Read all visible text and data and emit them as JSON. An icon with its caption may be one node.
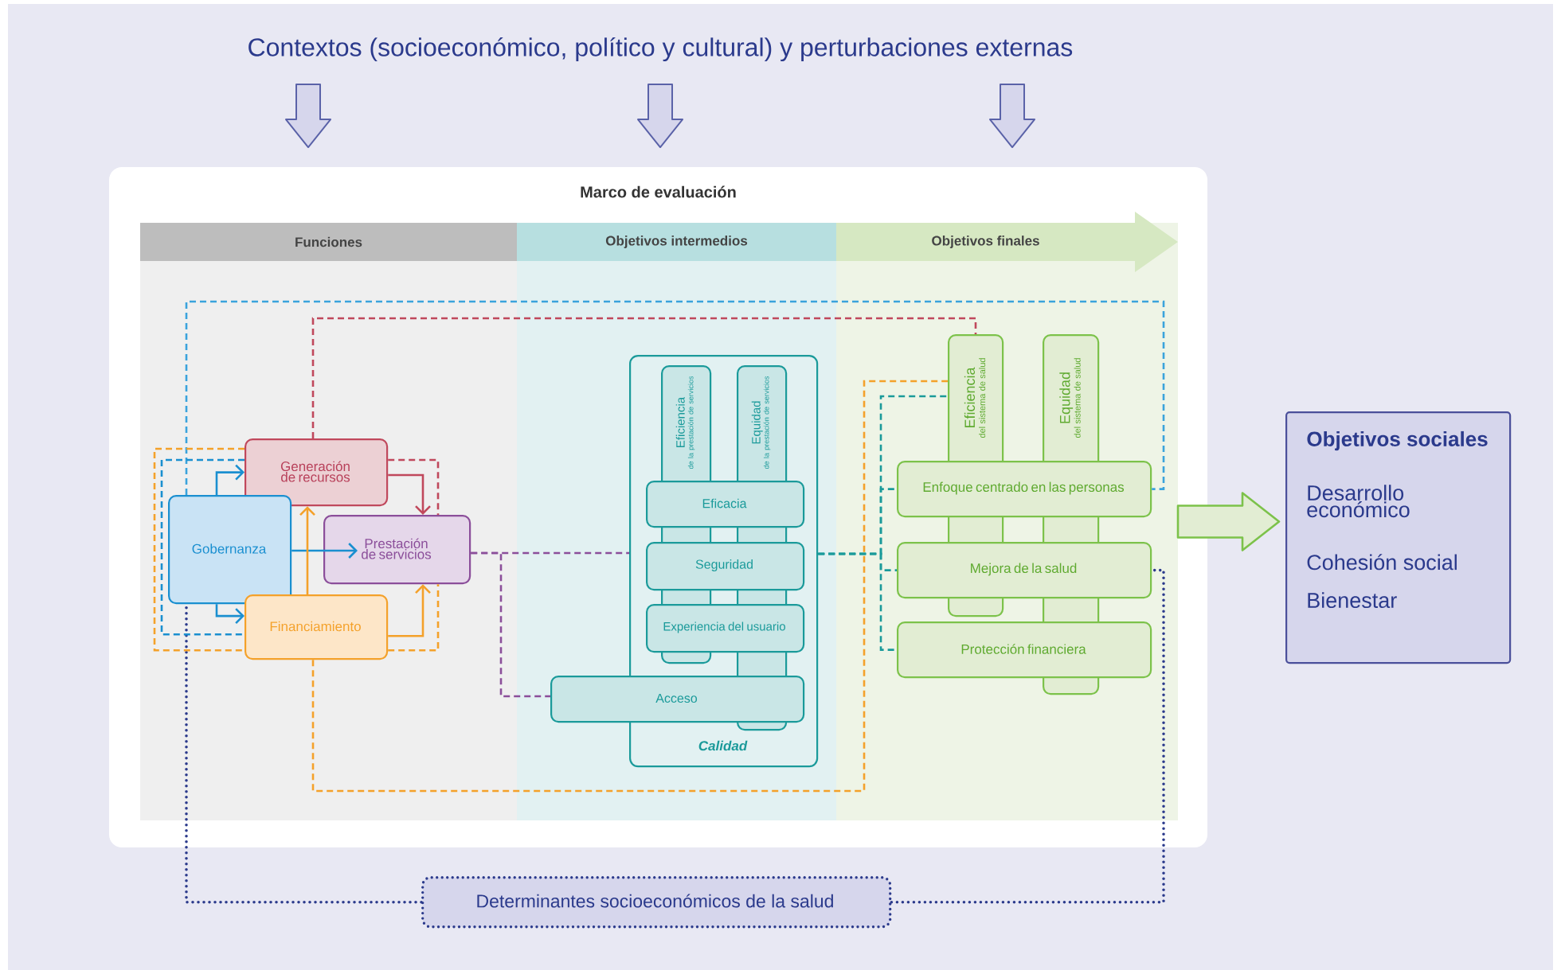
{
  "diagram": {
    "title": "Contextos (socioeconómico, político y cultural) y perturbaciones externas",
    "nodes": [
      {
        "text": [
          "Marco de evaluación"
        ]
      },
      {
        "text": [
          "Funciones"
        ],
        "in": 0
      },
      {
        "text": [
          "Objetivos intermedios"
        ],
        "in": 0
      },
      {
        "text": [
          "Objetivos finales"
        ],
        "in": 0
      },
      {
        "text": [
          "Generación de recursos"
        ],
        "in": 1
      },
      {
        "text": [
          "Gobernanza"
        ],
        "in": 1
      },
      {
        "text": [
          "Prestación de servicios"
        ],
        "in": 1
      },
      {
        "text": [
          "Financiamiento"
        ],
        "in": 1
      },
      {
        "text": [
          "Calidad"
        ],
        "in": 2
      },
      {
        "text": [
          "Eficiencia",
          "de la prestación de servicios"
        ],
        "in": 8
      },
      {
        "text": [
          "Equidad",
          "de la prestación de servicios"
        ],
        "in": 8
      },
      {
        "text": [
          "Eficacia"
        ],
        "in": 8
      },
      {
        "text": [
          "Seguridad"
        ],
        "in": 8
      },
      {
        "text": [
          "Experiencia del usuario"
        ],
        "in": 8
      },
      {
        "text": [
          "Acceso"
        ],
        "in": 2
      },
      {
        "text": [
          "Eficiencia",
          "del sistema de salud"
        ],
        "in": 3
      },
      {
        "text": [
          "Equidad",
          "del sistema de salud"
        ],
        "in": 3
      },
      {
        "text": [
          "Enfoque centrado en las personas"
        ],
        "in": 3
      },
      {
        "text": [
          "Mejora de la salud"
        ],
        "in": 3
      },
      {
        "text": [
          "Protección financiera"
        ],
        "in": 3
      },
      {
        "text": [
          "Objetivos sociales",
          "Desarrollo económico",
          "Cohesión social",
          "Bienestar"
        ]
      },
      {
        "text": [
          "Determinantes socioeconómicos de la salud"
        ]
      }
    ],
    "edges": [
      {
        "from": 5,
        "to": 4,
        "arrow": "to",
        "color": "#1a8fd0"
      },
      {
        "from": 5,
        "to": 6,
        "arrow": "to",
        "color": "#1a8fd0"
      },
      {
        "from": 5,
        "to": 7,
        "arrow": "to",
        "color": "#1a8fd0"
      },
      {
        "from": 4,
        "to": 6,
        "arrow": "to",
        "color": "#c0485c"
      },
      {
        "from": 7,
        "to": 4,
        "arrow": "to",
        "color": "#f4a12a"
      },
      {
        "from": 7,
        "to": 6,
        "arrow": "to",
        "color": "#f4a12a"
      },
      {
        "from": 4,
        "to": 15,
        "arrow": "none",
        "style": "dashed",
        "color": "#c0485c"
      },
      {
        "from": 7,
        "to": 15,
        "arrow": "none",
        "style": "dashed",
        "color": "#f4a12a"
      },
      {
        "from": 5,
        "to": 17,
        "arrow": "none",
        "style": "dashed",
        "color": "#3aa3dc"
      },
      {
        "from": 6,
        "to": 8,
        "arrow": "none",
        "style": "dashed",
        "color": "#8b4e9a"
      },
      {
        "from": 6,
        "to": 14,
        "arrow": "none",
        "style": "dashed",
        "color": "#8b4e9a"
      },
      {
        "from": 8,
        "to": 15,
        "arrow": "none",
        "style": "dashed",
        "color": "#1a9a9a"
      },
      {
        "from": 8,
        "to": 17,
        "arrow": "none",
        "style": "dashed",
        "color": "#1a9a9a"
      },
      {
        "from": 8,
        "to": 18,
        "arrow": "none",
        "style": "dashed",
        "color": "#1a9a9a"
      },
      {
        "from": 8,
        "to": 19,
        "arrow": "none",
        "style": "dashed",
        "color": "#1a9a9a"
      },
      {
        "from": 21,
        "to": 5,
        "arrow": "none",
        "style": "dashed",
        "color": "#2b3a8c"
      },
      {
        "from": 21,
        "to": 18,
        "arrow": "none",
        "style": "dashed",
        "color": "#2b3a8c"
      },
      {
        "from": 3,
        "to": 20,
        "arrow": "to",
        "style": "thick",
        "color": "#7cc24a"
      },
      {
        "from": 4,
        "to": 7,
        "arrow": "none",
        "style": "dashed",
        "color": "#f4a12a"
      },
      {
        "from": 4,
        "to": 7,
        "arrow": "none",
        "style": "dashed",
        "color": "#1a8fd0"
      },
      {
        "from": 4,
        "to": 6,
        "arrow": "none",
        "style": "dashed",
        "color": "#c0485c"
      },
      {
        "from": 7,
        "to": 6,
        "arrow": "none",
        "style": "dashed",
        "color": "#f4a12a"
      }
    ]
  }
}
